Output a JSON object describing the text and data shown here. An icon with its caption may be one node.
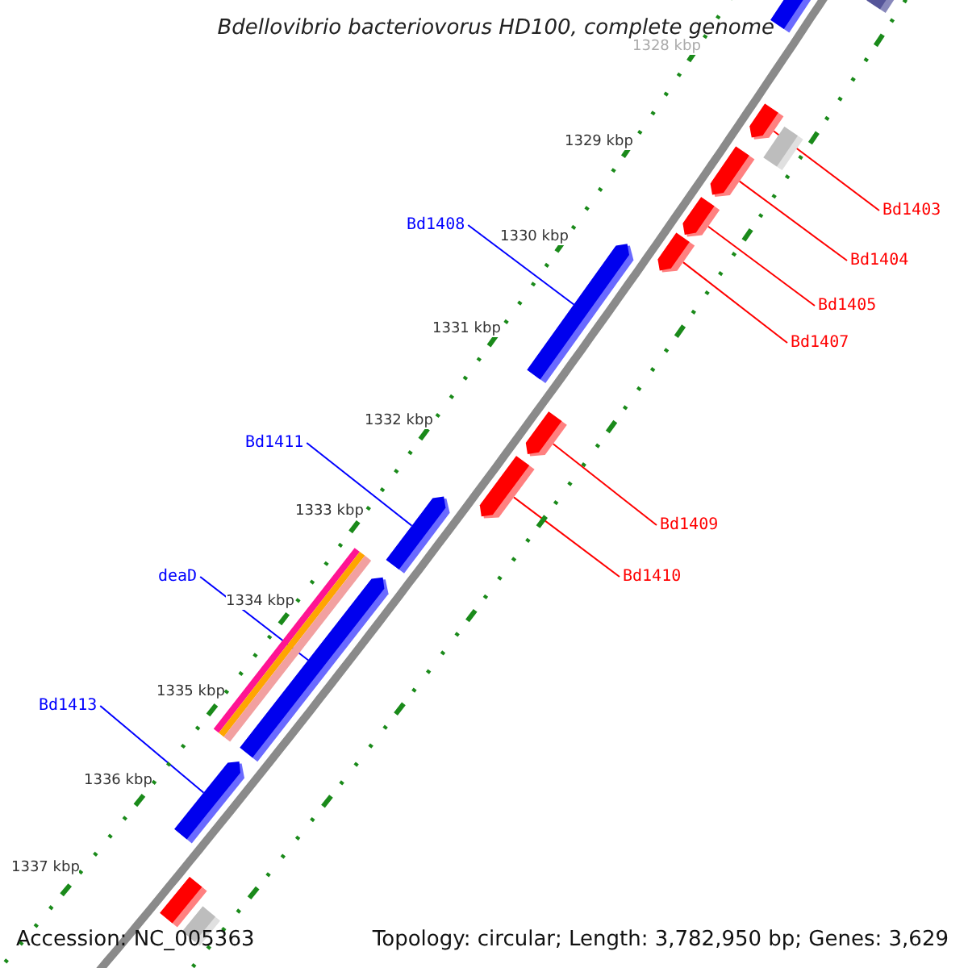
{
  "diagram": {
    "title": "Bdellovibrio bacteriovorus HD100, complete genome",
    "nodes": [
      {
        "text": [
          "Bd1403"
        ]
      },
      {
        "text": [
          "Bd1404"
        ]
      },
      {
        "text": [
          "Bd1405"
        ]
      },
      {
        "text": [
          "Bd1407"
        ]
      },
      {
        "text": [
          "Bd1408"
        ]
      },
      {
        "text": [
          "Bd1409"
        ]
      },
      {
        "text": [
          "Bd1410"
        ]
      },
      {
        "text": [
          "Bd1411"
        ]
      },
      {
        "text": [
          "deaD"
        ]
      },
      {
        "text": [
          "Bd1413"
        ]
      },
      {
        "text": [],
        "shape": "bar"
      },
      {
        "text": [],
        "shape": "bar"
      },
      {
        "text": [],
        "shape": "bar"
      },
      {
        "text": [],
        "shape": "bar"
      },
      {
        "text": [],
        "shape": "bar"
      },
      {
        "text": [],
        "shape": "bar"
      },
      {
        "text": [],
        "shape": "bar"
      },
      {
        "text": [],
        "shape": "bar"
      },
      {
        "text": [],
        "shape": "bar"
      },
      {
        "text": [],
        "shape": "bar"
      },
      {
        "text": [],
        "shape": "bar"
      },
      {
        "text": [],
        "shape": "box"
      },
      {
        "text": [],
        "shape": "box"
      },
      {
        "text": [],
        "shape": "box"
      },
      {
        "text": [],
        "shape": "box"
      },
      {
        "text": [],
        "shape": "box"
      }
    ],
    "edges": [
      {
        "from": 0,
        "to": 10,
        "arrow": "none"
      },
      {
        "from": 1,
        "to": 11,
        "arrow": "none"
      },
      {
        "from": 2,
        "to": 12,
        "arrow": "none"
      },
      {
        "from": 3,
        "to": 13,
        "arrow": "none"
      },
      {
        "from": 4,
        "to": 14,
        "arrow": "none",
        "color": "#0000ff"
      },
      {
        "from": 5,
        "to": 15,
        "arrow": "none"
      },
      {
        "from": 6,
        "to": 16,
        "arrow": "none"
      },
      {
        "from": 7,
        "to": 17,
        "arrow": "none",
        "color": "#0000ff"
      },
      {
        "from": 8,
        "to": 18,
        "arrow": "none",
        "color": "#0000ff"
      },
      {
        "from": 9,
        "to": 19,
        "arrow": "none",
        "color": "#0000ff"
      }
    ],
    "labels": [
      "1328 kbp",
      "1329 kbp",
      "1330 kbp",
      "1331 kbp",
      "1332 kbp",
      "1333 kbp",
      "1334 kbp",
      "1335 kbp",
      "1336 kbp",
      "1337 kbp",
      "Accession: NC_005363",
      "Topology: circular; Length: 3,782,950 bp; Genes: 3,629"
    ]
  }
}
